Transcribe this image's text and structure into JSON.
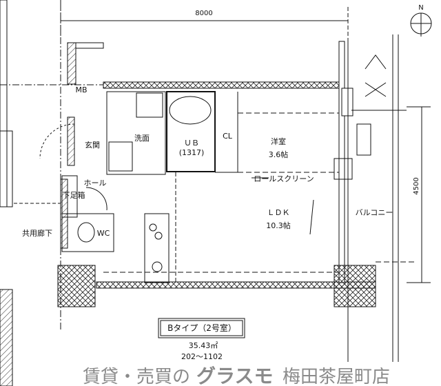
{
  "dimensions": {
    "width_top": "8000",
    "height_right": "4500"
  },
  "compass": {
    "label": "N"
  },
  "rooms": {
    "mb": "MB",
    "entrance": "玄関",
    "washroom": "洗面",
    "unit_bath": "ＵＢ",
    "unit_bath_size": "(1317)",
    "closet": "CL",
    "western_room": "洋室",
    "western_room_size": "3.6帖",
    "roll_screen": "ロールスクリーン",
    "hall": "ホール",
    "shoe_box": "下足箱",
    "common_corridor": "共用廊下",
    "wc": "WC",
    "ldk": "ＬＤＫ",
    "ldk_size": "10.3帖",
    "balcony": "バルコニー"
  },
  "unit_info": {
    "type_label": "Bタイプ（2号室）",
    "area": "35.43㎡",
    "floors": "202～1102"
  },
  "watermark": {
    "prefix": "賃貸・売買の",
    "brand": "グラスモ",
    "branch": "梅田茶屋町店"
  }
}
